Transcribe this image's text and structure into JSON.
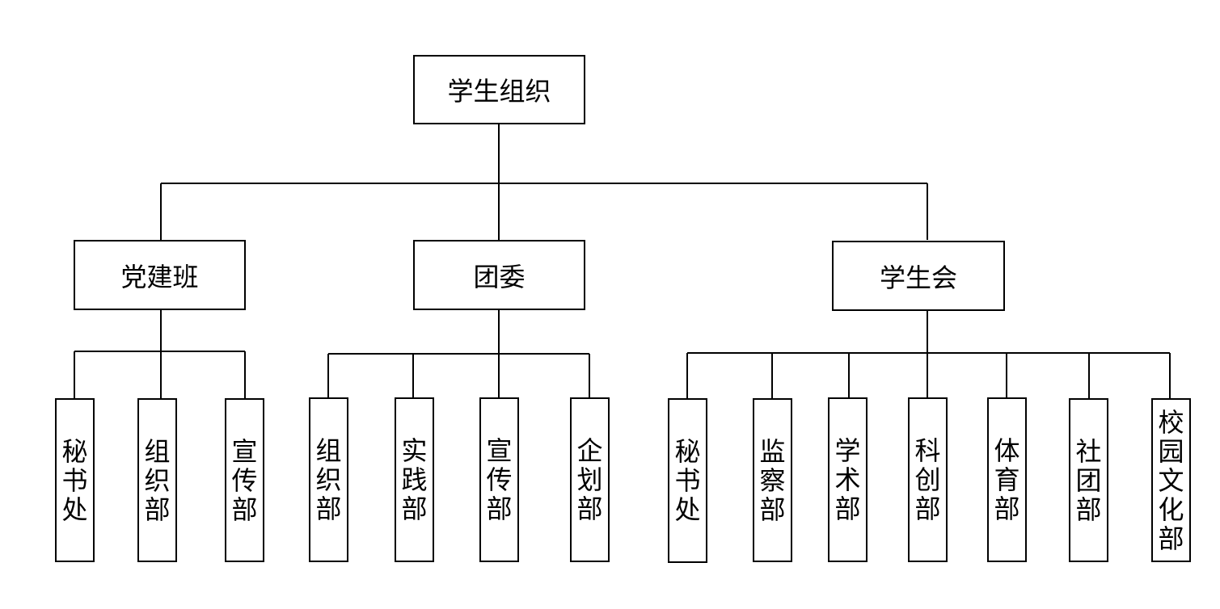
{
  "colors": {
    "line": "#000000",
    "box_border": "#000000",
    "background": "#ffffff",
    "text": "#000000"
  },
  "root": {
    "label": "学生组织"
  },
  "branches": [
    {
      "label": "党建班",
      "children": [
        "秘书处",
        "组织部",
        "宣传部"
      ]
    },
    {
      "label": "团委",
      "children": [
        "组织部",
        "实践部",
        "宣传部",
        "企划部"
      ]
    },
    {
      "label": "学生会",
      "children": [
        "秘书处",
        "监察部",
        "学术部",
        "科创部",
        "体育部",
        "社团部",
        "校园文化部"
      ]
    }
  ]
}
